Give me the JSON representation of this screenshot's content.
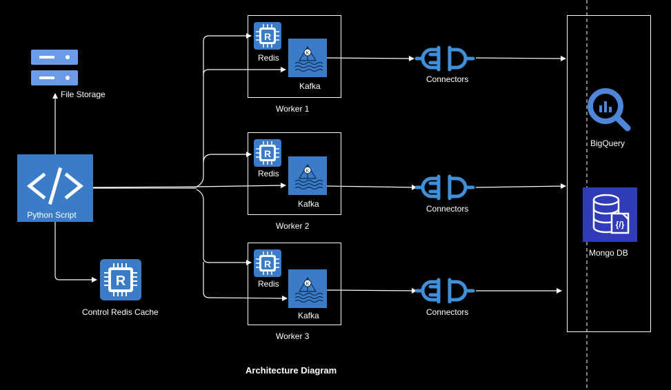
{
  "diagram": {
    "title": "Architecture Diagram",
    "nodes": {
      "file_storage": {
        "label": "File Storage",
        "icon": "server-storage-icon"
      },
      "python_script": {
        "label": "Python Script",
        "icon": "code-icon"
      },
      "control_redis": {
        "label": "Control Redis Cache",
        "icon": "redis-chip-icon"
      },
      "bigquery": {
        "label": "BigQuery",
        "icon": "bigquery-icon"
      },
      "mongodb": {
        "label": "Mongo DB",
        "icon": "document-database-icon"
      }
    },
    "workers": [
      {
        "label": "Worker 1",
        "redis_label": "Redis",
        "kafka_label": "Kafka",
        "connector_label": "Connectors"
      },
      {
        "label": "Worker 2",
        "redis_label": "Redis",
        "kafka_label": "Kafka",
        "connector_label": "Connectors"
      },
      {
        "label": "Worker 3",
        "redis_label": "Redis",
        "kafka_label": "Kafka",
        "connector_label": "Connectors"
      }
    ]
  },
  "colors": {
    "background": "#000000",
    "icon_blue": "#3b7cc9",
    "icon_blue_light": "#4a8fd6",
    "connector_blue": "#3f8fd9",
    "storage_blue": "#6b9be6",
    "bigquery_blue": "#4f86d9",
    "mongo_navy": "#2f3bb7",
    "line": "#ffffff"
  }
}
